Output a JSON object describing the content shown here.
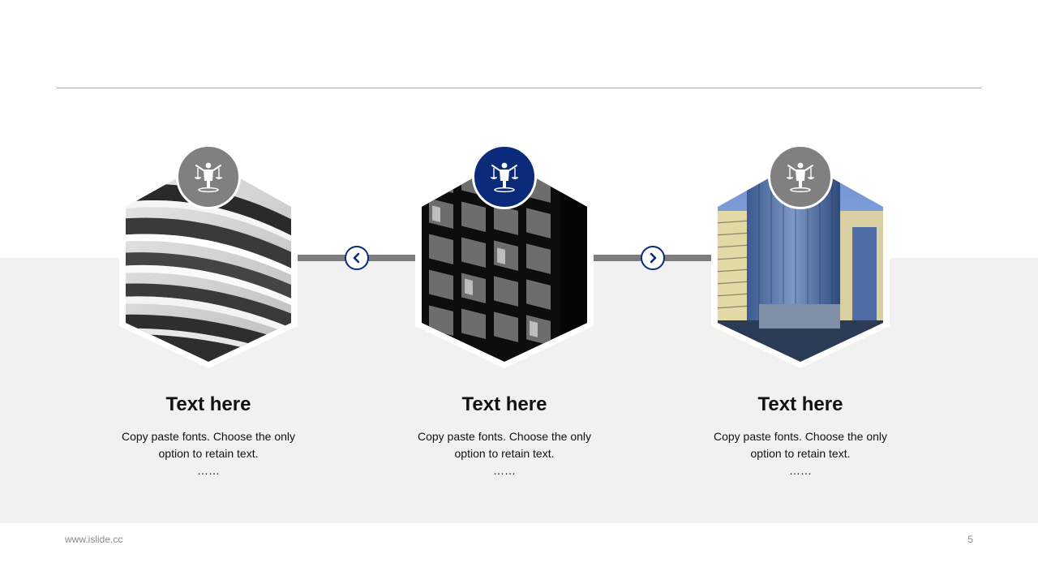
{
  "cards": [
    {
      "title": "Text here",
      "line1": "Copy paste fonts. Choose the only",
      "line2": "option to retain text.",
      "line3": "……",
      "badge_color": "#808080",
      "image": "curved-white-balcony-building-bw"
    },
    {
      "title": "Text here",
      "line1": "Copy paste fonts. Choose the only",
      "line2": "option to retain text.",
      "line3": "……",
      "badge_color": "#0a2b7a",
      "image": "dark-grid-facade-bw"
    },
    {
      "title": "Text here",
      "line1": "Copy paste fonts. Choose the only",
      "line2": "option to retain text.",
      "line3": "……",
      "badge_color": "#808080",
      "image": "blue-glass-skyscrapers"
    }
  ],
  "nav": {
    "prev_icon": "chevron-left-icon",
    "next_icon": "chevron-right-icon",
    "accent": "#0a2b7a"
  },
  "badge_icon": "justice-figure-scales-icon",
  "footer": {
    "url": "www.islide.cc",
    "page": "5"
  }
}
